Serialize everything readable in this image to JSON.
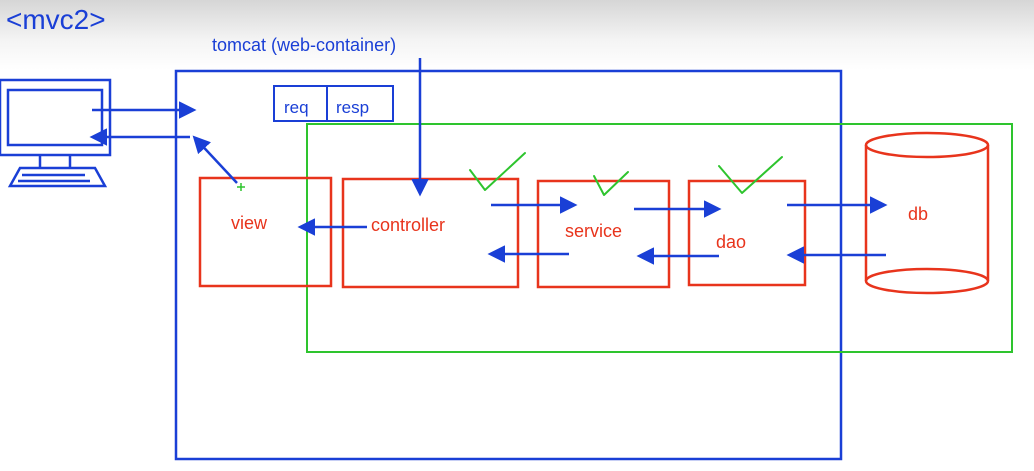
{
  "title": "<mvc2>",
  "container_label": "tomcat (web-container)",
  "request_box": {
    "req": "req",
    "resp": "resp"
  },
  "components": {
    "view": "view",
    "controller": "controller",
    "service": "service",
    "dao": "dao",
    "db": "db"
  },
  "colors": {
    "blue": "#1a3fd6",
    "red": "#e8341c",
    "green": "#2ec42e"
  },
  "icons": [
    "computer-icon",
    "check-mark-icon"
  ]
}
